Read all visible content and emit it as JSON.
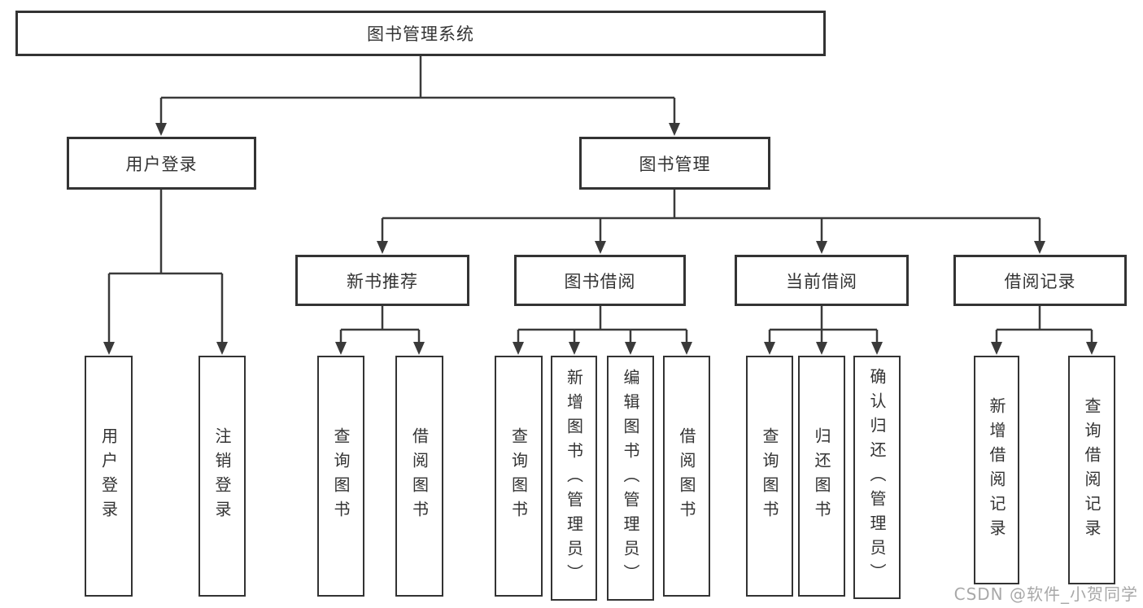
{
  "diagram_title": "图书管理系统",
  "watermark": "CSDN @软件_小贺同学",
  "nodes": {
    "root": "图书管理系统",
    "user_login": "用户登录",
    "book_mgmt": "图书管理",
    "new_book_rec": "新书推荐",
    "book_borrow": "图书借阅",
    "current_borrow": "当前借阅",
    "borrow_records": "借阅记录",
    "user_login_leaf": "用户登录",
    "logout_leaf": "注销登录",
    "rec_query_books": "查询图书",
    "rec_borrow_books": "借阅图书",
    "bb_query_books": "查询图书",
    "bb_add_books_admin": "新增图书（管理员）",
    "bb_edit_books_admin": "编辑图书（管理员）",
    "bb_borrow_books": "借阅图书",
    "cb_query_books": "查询图书",
    "cb_return_books": "归还图书",
    "cb_confirm_return_admin": "确认归还（管理员）",
    "br_add_record": "新增借阅记录",
    "br_query_record": "查询借阅记录"
  }
}
